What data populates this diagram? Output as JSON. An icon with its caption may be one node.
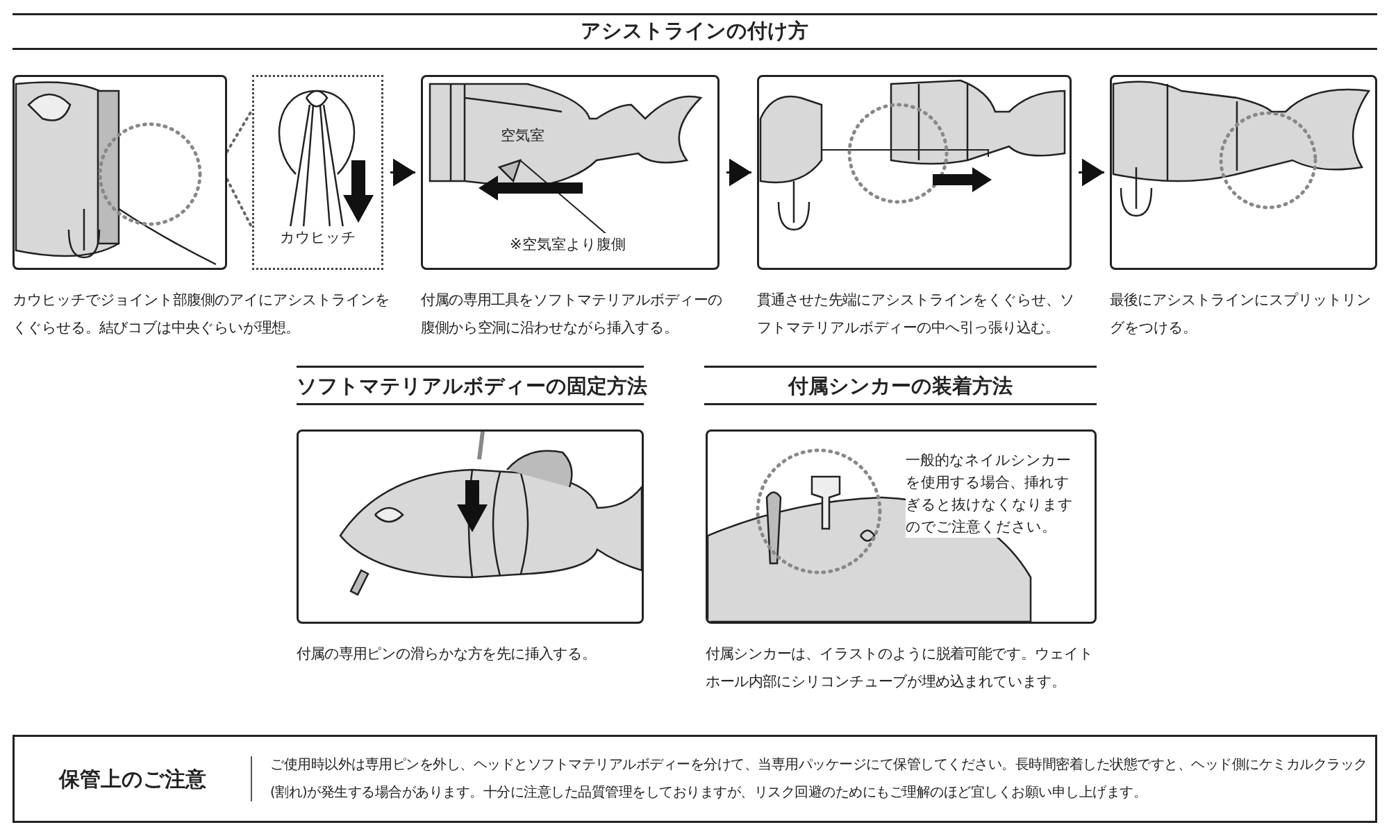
{
  "diagram": {
    "title": "アシストラインの付け方",
    "nodes": [
      {
        "text": [],
        "shape": "picture",
        "beside": [
          "カウヒッチでジョイント部腹側のアイにアシストラインをくぐらせる。結びコブは中央ぐらいが理想。"
        ]
      },
      {
        "text": [
          "カウヒッチ"
        ]
      },
      {
        "text": [
          "空気室",
          "※空気室より腹側"
        ],
        "beside": [
          "付属の専用工具をソフトマテリアルボディーの腹側から空洞に沿わせながら挿入する。"
        ]
      },
      {
        "text": [],
        "shape": "picture",
        "beside": [
          "貫通させた先端にアシストラインをくぐらせ、ソフトマテリアルボディーの中へ引っ張り込む。"
        ]
      },
      {
        "text": [],
        "shape": "picture",
        "beside": [
          "最後にアシストラインにスプリットリングをつける。"
        ]
      },
      {
        "text": [],
        "shape": "picture",
        "beside": [
          "付属の専用ピンの滑らかな方を先に挿入する。"
        ]
      },
      {
        "text": [
          "一般的なネイルシンカーを使用する場合、挿れすぎると抜けなくなりますのでご注意ください。"
        ],
        "beside": [
          "付属シンカーは、イラストのように脱着可能です。ウェイトホール内部にシリコンチューブが埋め込まれています。"
        ]
      },
      {
        "text": [
          "保管上のご注意",
          "ご使用時以外は専用ピンを外し、ヘッドとソフトマテリアルボディーを分けて、当専用パッケージにて保管してください。長時間密着した状態ですと、ヘッド側にケミカルクラック(割れ)が発生する場合があります。十分に注意した品質管理をしておりますが、リスク回避のためにもご理解のほど宜しくお願い申し上げます。"
        ]
      }
    ],
    "edges": [
      {
        "from": 0,
        "to": 1,
        "arrow": "none",
        "style": "dashed"
      },
      {
        "from": 1,
        "to": 2,
        "arrow": "to"
      },
      {
        "from": 2,
        "to": 3,
        "arrow": "to"
      },
      {
        "from": 3,
        "to": 4,
        "arrow": "to"
      }
    ],
    "labels": [
      "ソフトマテリアルボディーの固定方法",
      "付属シンカーの装着方法"
    ]
  }
}
